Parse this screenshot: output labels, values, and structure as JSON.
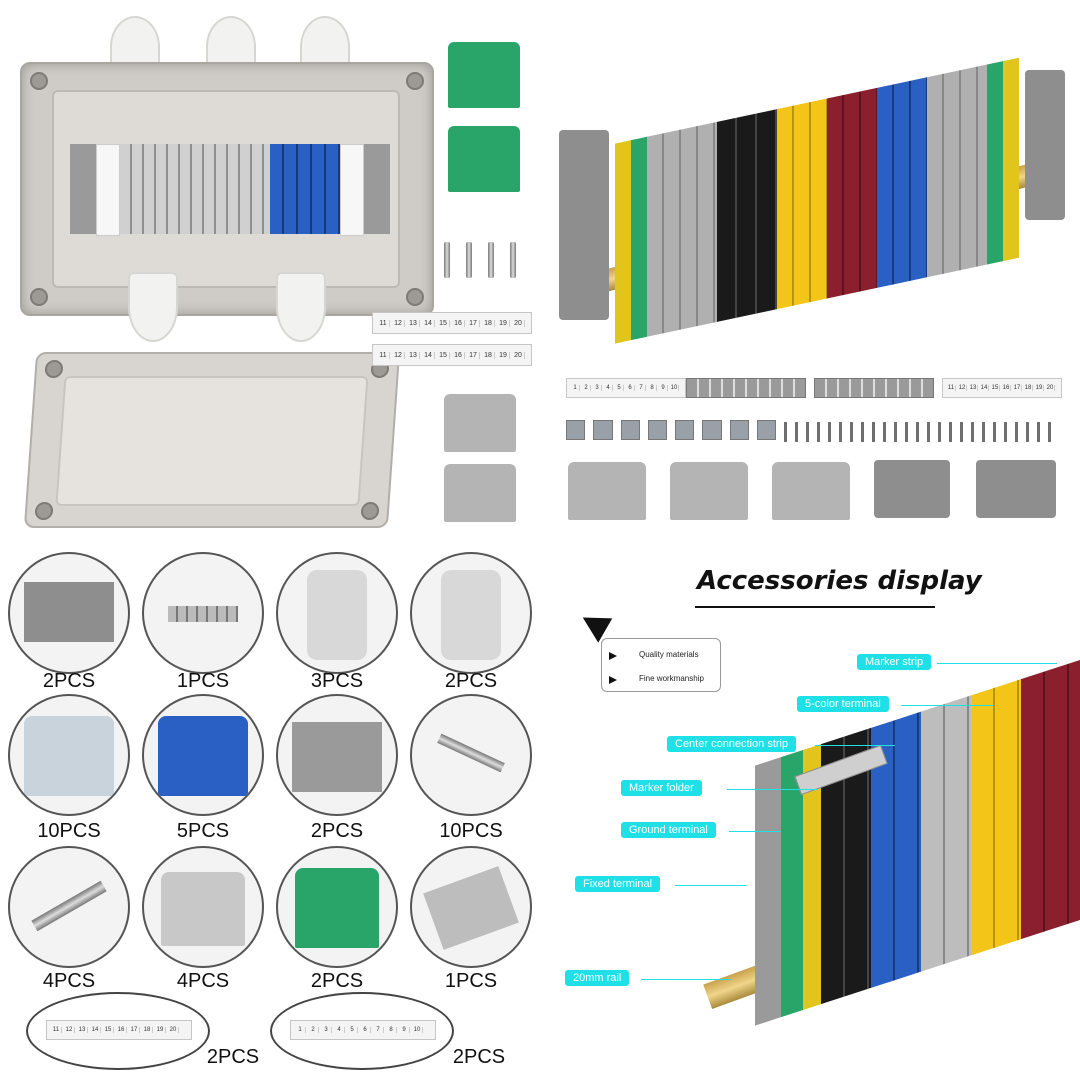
{
  "strip_numbers_a": [
    "11",
    "12",
    "13",
    "14",
    "15",
    "16",
    "17",
    "18",
    "19",
    "20"
  ],
  "strip_numbers_b": [
    "1",
    "2",
    "3",
    "4",
    "5",
    "6",
    "7",
    "8",
    "9",
    "10"
  ],
  "quantities": {
    "row1": [
      "2PCS",
      "1PCS",
      "3PCS",
      "2PCS"
    ],
    "row2": [
      "10PCS",
      "5PCS",
      "2PCS",
      "10PCS"
    ],
    "row3": [
      "4PCS",
      "4PCS",
      "2PCS",
      "1PCS"
    ],
    "row4": [
      "2PCS",
      "2PCS"
    ]
  },
  "accessories": {
    "title": "Accessories display",
    "notes": [
      "Quality materials",
      "Fine workmanship"
    ],
    "callouts": {
      "marker_strip": "Marker strip",
      "five_color": "5-color terminal",
      "center_strip": "Center connection strip",
      "marker_folder": "Marker folder",
      "ground": "Ground terminal",
      "fixed": "Fixed terminal",
      "rail": "20mm rail"
    }
  },
  "colors": {
    "callout": "#1ee0e6",
    "terminal_green": "#29a56a",
    "terminal_blue": "#2a5fc4",
    "terminal_yellow": "#f3c519",
    "terminal_red": "#8c1f2e",
    "terminal_black": "#1a1a1a",
    "terminal_grey": "#b0b0b0"
  }
}
